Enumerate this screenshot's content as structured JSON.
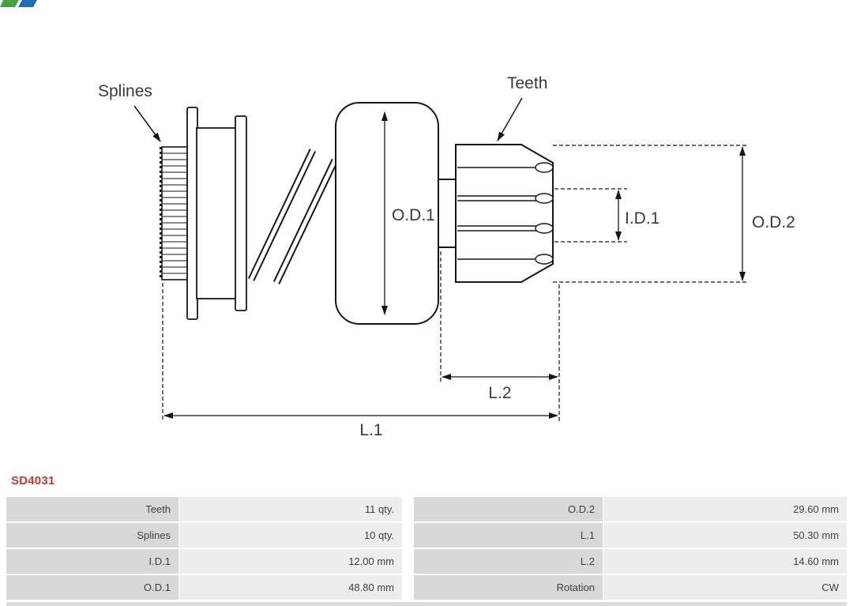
{
  "header": {
    "part_code": "SD4031"
  },
  "diagram": {
    "callouts": {
      "splines": "Splines",
      "teeth": "Teeth"
    },
    "dimensions": {
      "od1": "O.D.1",
      "id1": "I.D.1",
      "od2": "O.D.2",
      "l1": "L.1",
      "l2": "L.2"
    }
  },
  "colors": {
    "part_code": "#c43b2f",
    "line": "#161616",
    "table_label_bg": "#d8d8d8",
    "table_value_bg": "#ededed",
    "logo_green": "#44a340",
    "logo_blue": "#1f6cb5"
  },
  "table": {
    "rows": [
      {
        "left_label": "Teeth",
        "left_value": "11 qty.",
        "right_label": "O.D.2",
        "right_value": "29.60 mm"
      },
      {
        "left_label": "Splines",
        "left_value": "10 qty.",
        "right_label": "L.1",
        "right_value": "50.30 mm"
      },
      {
        "left_label": "I.D.1",
        "left_value": "12.00 mm",
        "right_label": "L.2",
        "right_value": "14.60 mm"
      },
      {
        "left_label": "O.D.1",
        "left_value": "48.80 mm",
        "right_label": "Rotation",
        "right_value": "CW"
      }
    ]
  }
}
